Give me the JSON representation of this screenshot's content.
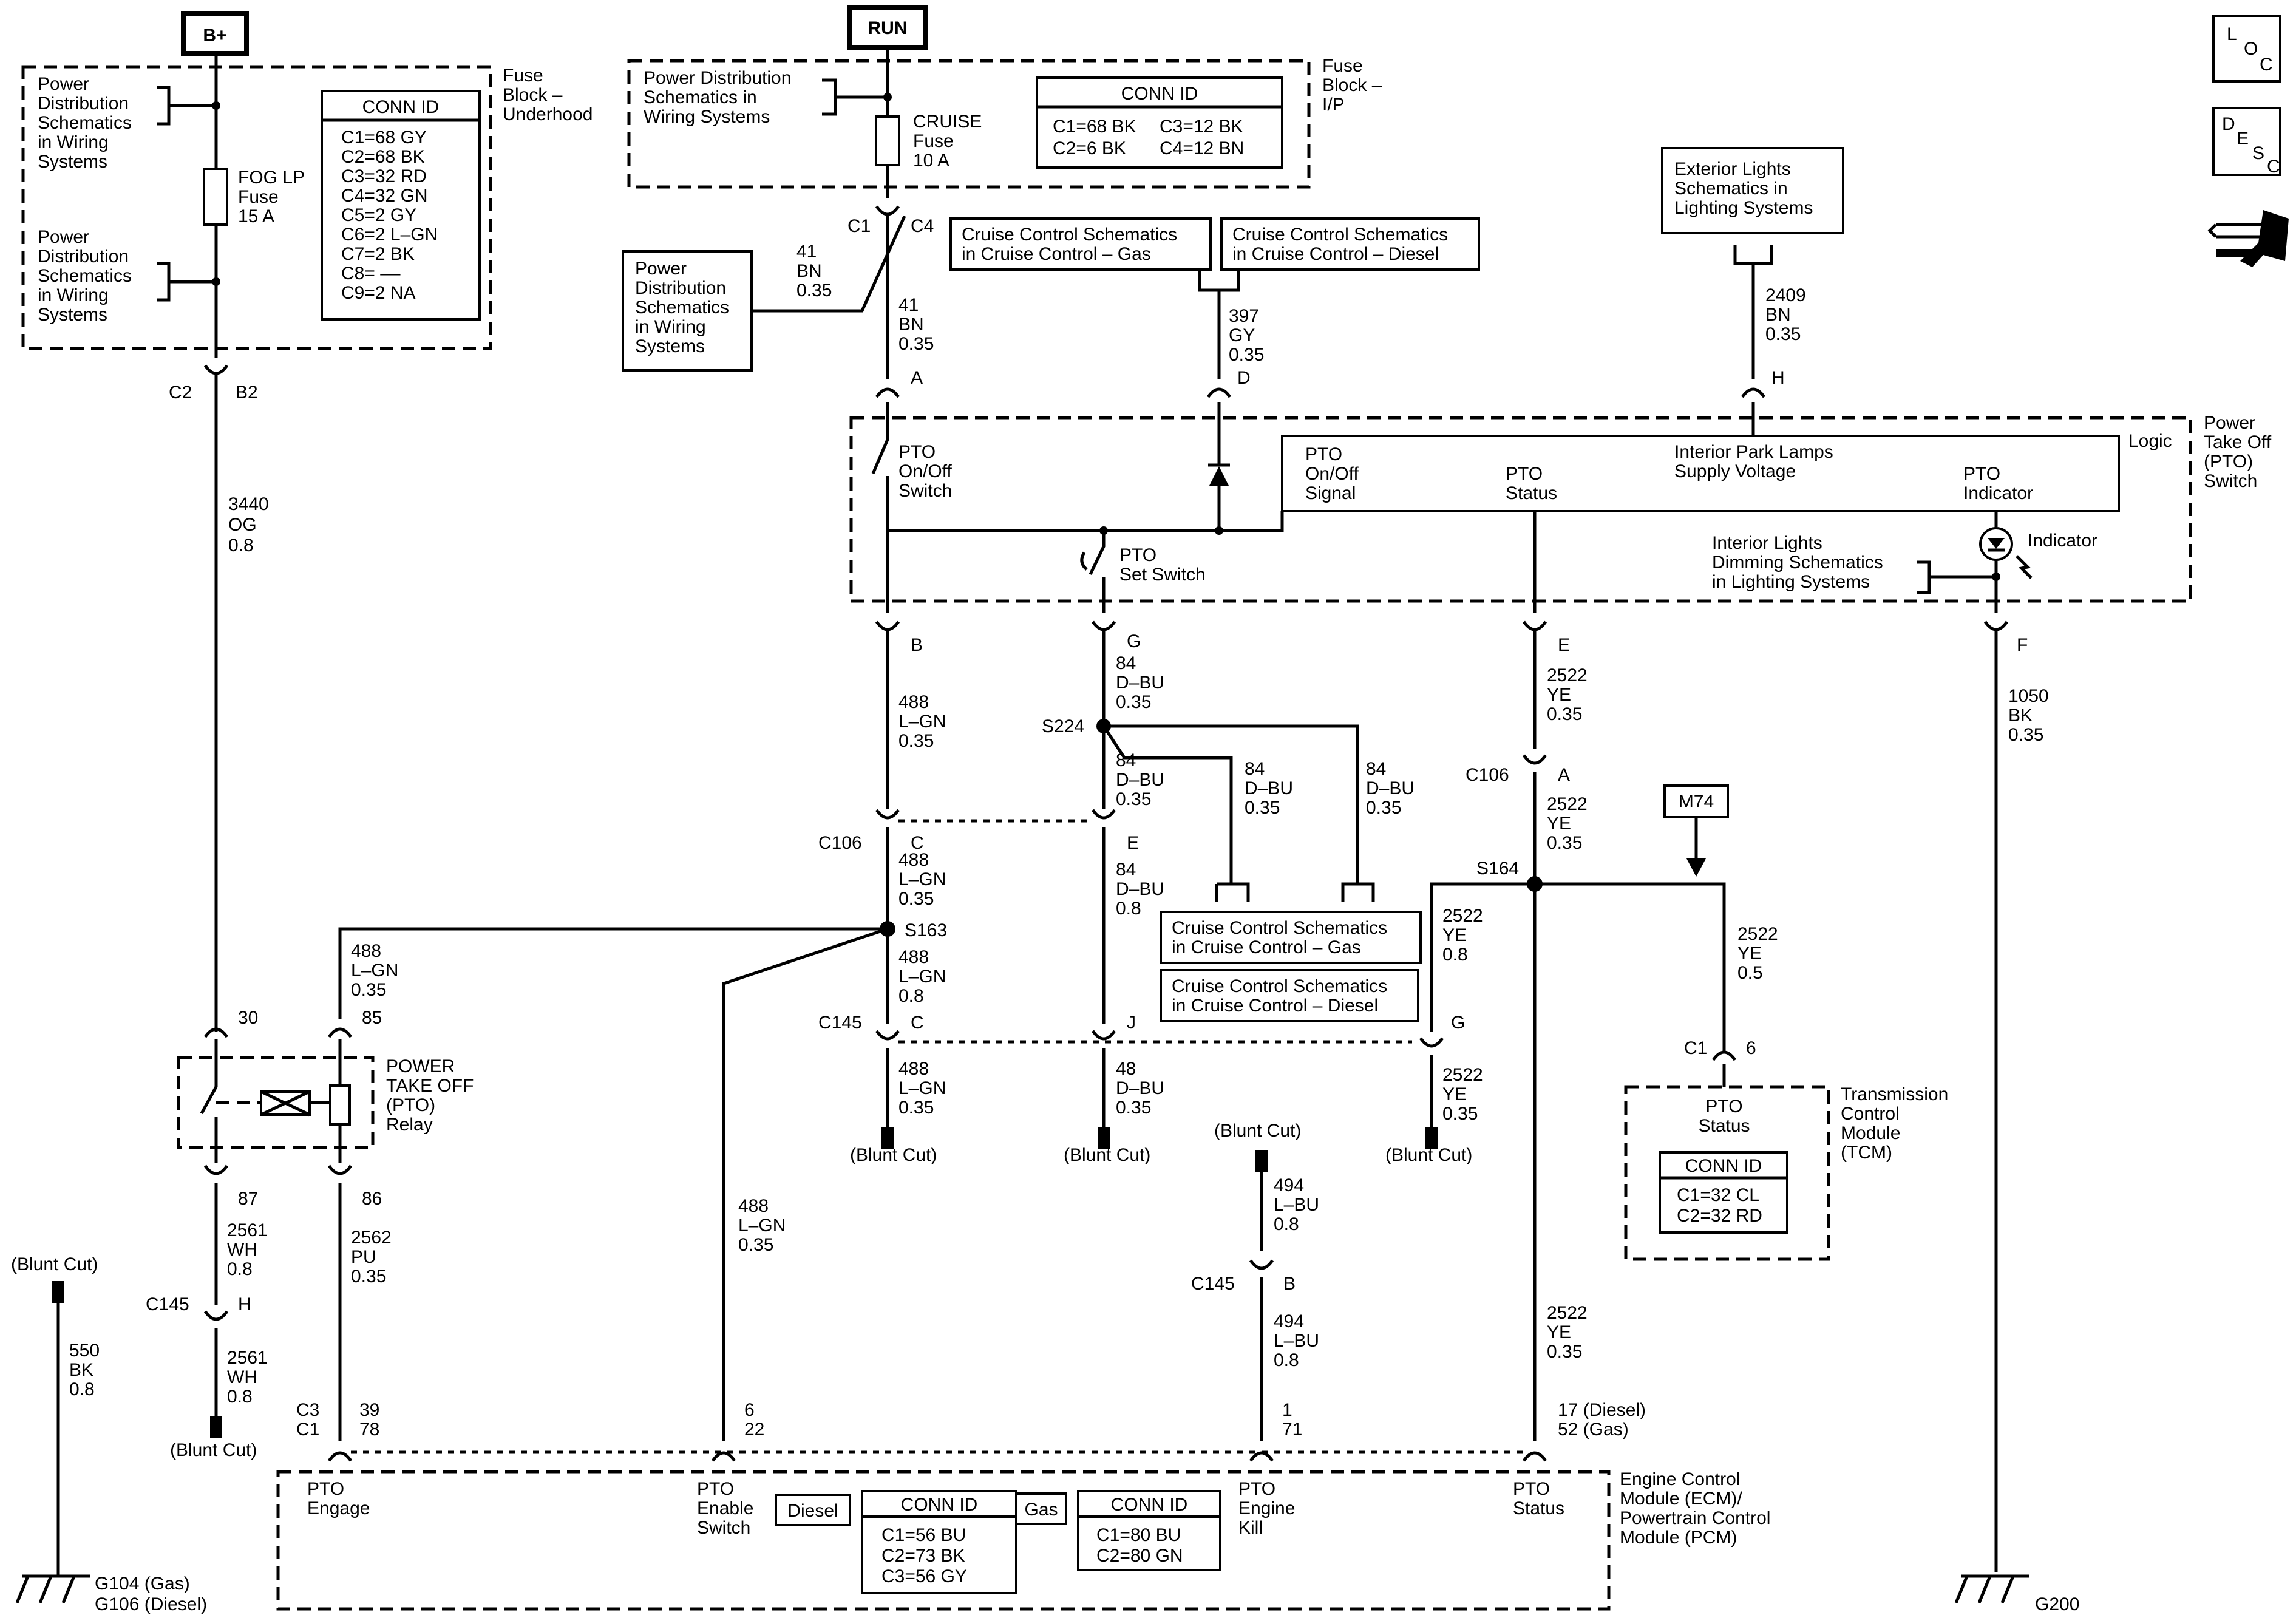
{
  "supply": {
    "bplus": "B+",
    "run": "RUN"
  },
  "fuse_block_underhood": {
    "title": [
      "Fuse",
      "Block –",
      "Underhood"
    ],
    "pd_ref1": [
      "Power",
      "Distribution",
      "Schematics",
      "in Wiring",
      "Systems"
    ],
    "pd_ref2": [
      "Power",
      "Distribution",
      "Schematics",
      "in Wiring",
      "Systems"
    ],
    "fuse": [
      "FOG LP",
      "Fuse",
      "15 A"
    ],
    "conn_title": "CONN ID",
    "conn": [
      "C1=68 GY",
      "C2=68 BK",
      "C3=32 RD",
      "C4=32 GN",
      "C5=2 GY",
      "C6=2 L–GN",
      "C7=2 BK",
      "C8= ––",
      "C9=2 NA"
    ],
    "c2": "C2",
    "b2": "B2"
  },
  "fuse_block_ip": {
    "title": [
      "Fuse",
      "Block –",
      "I/P"
    ],
    "pd_ref": [
      "Power Distribution",
      "Schematics in",
      "Wiring Systems"
    ],
    "fuse": [
      "CRUISE",
      "Fuse",
      "10 A"
    ],
    "conn_title": "CONN ID",
    "conn": [
      "C1=68 BK",
      "C2=6 BK",
      "C3=12 BK",
      "C4=12 BN"
    ],
    "c1": "C1",
    "c4": "C4"
  },
  "pd_ref_side": [
    "Power",
    "Distribution",
    "Schematics",
    "in Wiring",
    "Systems"
  ],
  "cruise_refs": {
    "gas": [
      "Cruise Control Schematics",
      "in Cruise Control – Gas"
    ],
    "diesel": [
      "Cruise Control Schematics",
      "in Cruise Control – Diesel"
    ]
  },
  "exterior_ref": [
    "Exterior Lights",
    "Schematics in",
    "Lighting Systems"
  ],
  "wires": {
    "w41a": [
      "41",
      "BN",
      "0.35"
    ],
    "w41b": [
      "41",
      "BN",
      "0.35"
    ],
    "w397": [
      "397",
      "GY",
      "0.35"
    ],
    "w2409": [
      "2409",
      "BN",
      "0.35"
    ],
    "w3440": [
      "3440",
      "OG",
      "0.8"
    ],
    "w488a": [
      "488",
      "L–GN",
      "0.35"
    ],
    "w488b": [
      "488",
      "L–GN",
      "0.35"
    ],
    "w488c": [
      "488",
      "L–GN",
      "0.8"
    ],
    "w488d": [
      "488",
      "L–GN",
      "0.35"
    ],
    "w488e": [
      "488",
      "L–GN",
      "0.35"
    ],
    "w488f": [
      "488",
      "L–GN",
      "0.35"
    ],
    "w84a": [
      "84",
      "D–BU",
      "0.35"
    ],
    "w84b": [
      "84",
      "D–BU",
      "0.35"
    ],
    "w84c": [
      "84",
      "D–BU",
      "0.35"
    ],
    "w84d": [
      "84",
      "D–BU",
      "0.35"
    ],
    "w84e": [
      "84",
      "D–BU",
      "0.8"
    ],
    "w48": [
      "48",
      "D–BU",
      "0.35"
    ],
    "w2522a": [
      "2522",
      "YE",
      "0.35"
    ],
    "w2522b": [
      "2522",
      "YE",
      "0.35"
    ],
    "w2522c": [
      "2522",
      "YE",
      "0.8"
    ],
    "w2522d": [
      "2522",
      "YE",
      "0.5"
    ],
    "w2522e": [
      "2522",
      "YE",
      "0.35"
    ],
    "w2522f": [
      "2522",
      "YE",
      "0.35"
    ],
    "w1050": [
      "1050",
      "BK",
      "0.35"
    ],
    "w2561a": [
      "2561",
      "WH",
      "0.8"
    ],
    "w2561b": [
      "2561",
      "WH",
      "0.8"
    ],
    "w2562": [
      "2562",
      "PU",
      "0.35"
    ],
    "w550": [
      "550",
      "BK",
      "0.8"
    ],
    "w494a": [
      "494",
      "L–BU",
      "0.8"
    ],
    "w494b": [
      "494",
      "L–BU",
      "0.8"
    ]
  },
  "pins": {
    "A": "A",
    "D": "D",
    "H": "H",
    "B": "B",
    "G": "G",
    "E": "E",
    "F": "F",
    "c106": "C106",
    "c106_A": "A",
    "c106_C": "C",
    "c106_E": "E",
    "c145": "C145",
    "c145_C": "C",
    "c145_J": "J",
    "c145_G": "G",
    "p30": "30",
    "p85": "85",
    "p87": "87",
    "p86": "86",
    "c145_H_conn": "C145",
    "c145_H": "H",
    "c145_B_conn": "C145",
    "c145_B": "B",
    "tcm_c1": "C1",
    "tcm_6": "6",
    "ecm_c3": "C3",
    "ecm_c1": "C1",
    "ecm_39": "39",
    "ecm_78": "78",
    "ecm_6": "6",
    "ecm_22": "22",
    "ecm_1": "1",
    "ecm_71": "71",
    "ecm_17": "17 (Diesel)",
    "ecm_52": "52 (Gas)"
  },
  "splices": {
    "s224": "S224",
    "s163": "S163",
    "s164": "S164",
    "m74": "M74"
  },
  "pto_switch": {
    "title": [
      "Power",
      "Take Off",
      "(PTO)",
      "Switch"
    ],
    "logic": "Logic",
    "onoff_switch": [
      "PTO",
      "On/Off",
      "Switch"
    ],
    "set_switch": [
      "PTO",
      "Set Switch"
    ],
    "onoff_signal": [
      "PTO",
      "On/Off",
      "Signal"
    ],
    "status": [
      "PTO",
      "Status"
    ],
    "park_lamps": [
      "Interior Park Lamps",
      "Supply Voltage"
    ],
    "indicator_label": [
      "PTO",
      "Indicator"
    ],
    "indicator": "Indicator",
    "dimming_ref": [
      "Interior Lights",
      "Dimming Schematics",
      "in Lighting Systems"
    ]
  },
  "relay": {
    "label": [
      "POWER",
      "TAKE OFF",
      "(PTO)",
      "Relay"
    ]
  },
  "blunt_cut": "(Blunt Cut)",
  "tcm": {
    "title": [
      "Transmission",
      "Control",
      "Module",
      "(TCM)"
    ],
    "status": [
      "PTO",
      "Status"
    ],
    "conn_title": "CONN ID",
    "conn": [
      "C1=32 CL",
      "C2=32 RD"
    ]
  },
  "ecm": {
    "title": [
      "Engine Control",
      "Module (ECM)/",
      "Powertrain Control",
      "Module (PCM)"
    ],
    "engage": [
      "PTO",
      "Engage"
    ],
    "enable": [
      "PTO",
      "Enable",
      "Switch"
    ],
    "kill": [
      "PTO",
      "Engine",
      "Kill"
    ],
    "status": [
      "PTO",
      "Status"
    ],
    "diesel": "Diesel",
    "gas": "Gas",
    "conn_title": "CONN ID",
    "conn_diesel": [
      "C1=56 BU",
      "C2=73 BK",
      "C3=56 GY"
    ],
    "conn_gas": [
      "C1=80 BU",
      "C2=80 GN"
    ]
  },
  "grounds": {
    "g104": "G104 (Gas)",
    "g106": "G106 (Diesel)",
    "g200": "G200"
  },
  "nav": {
    "loc": [
      "L",
      "O",
      "C"
    ],
    "desc": [
      "D",
      "E",
      "S",
      "C"
    ]
  }
}
